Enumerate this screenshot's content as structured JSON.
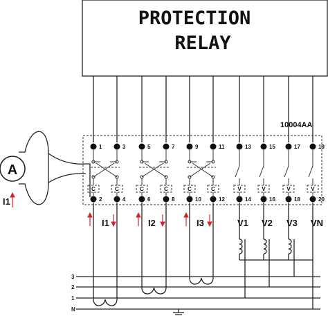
{
  "relay": {
    "title_line1": "PROTECTION",
    "title_line2": "RELAY"
  },
  "code_label": "10004AA",
  "terminals_top": [
    "1",
    "3",
    "5",
    "7",
    "9",
    "11",
    "13",
    "15",
    "17",
    "19"
  ],
  "terminals_bottom": [
    "2",
    "4",
    "6",
    "8",
    "10",
    "12",
    "14",
    "16",
    "18",
    "20"
  ],
  "module_labels": [
    "C",
    "C",
    "C",
    "C",
    "C",
    "C",
    "V",
    "V",
    "V",
    "V"
  ],
  "ammeter": {
    "symbol": "A",
    "current_label": "I1"
  },
  "current_labels": [
    "I1",
    "I2",
    "I3"
  ],
  "voltage_labels": [
    "V1",
    "V2",
    "V3",
    "VN"
  ],
  "bus_labels": [
    "3",
    "2",
    "1",
    "N"
  ],
  "colors": {
    "line": "#222222",
    "arrow": "#d4232a"
  }
}
